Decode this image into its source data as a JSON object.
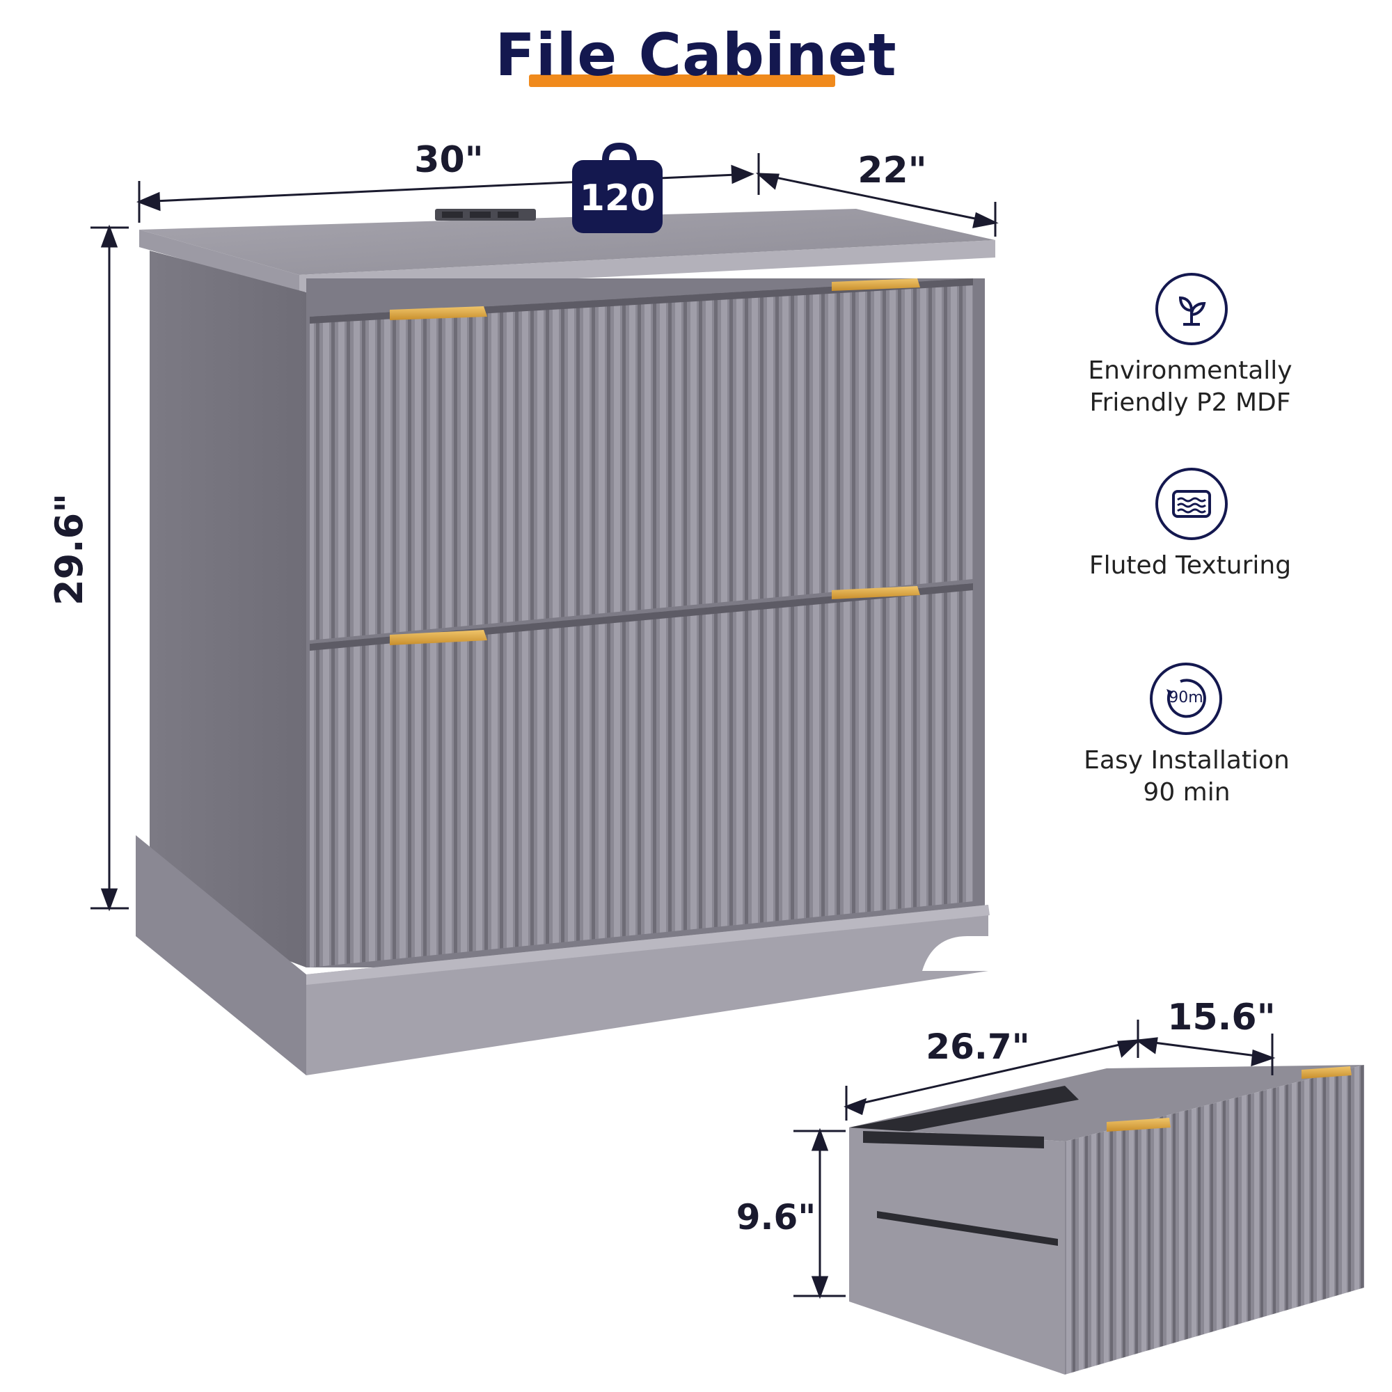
{
  "title": "File Cabinet",
  "dimensions": {
    "width": "30\"",
    "depth": "22\"",
    "height": "29.6\"",
    "weight_capacity": "120"
  },
  "drawer_dimensions": {
    "width": "26.7\"",
    "depth": "15.6\"",
    "height": "9.6\""
  },
  "features": [
    {
      "icon": "leaf-sprout-icon",
      "line1": "Environmentally",
      "line2": "Friendly P2 MDF"
    },
    {
      "icon": "fluted-texture-icon",
      "line1": "Fluted Texturing",
      "line2": ""
    },
    {
      "icon": "timer-icon",
      "icon_text": "90m",
      "line1": "Easy Installation",
      "line2": "90 min"
    }
  ],
  "colors": {
    "title": "#14184f",
    "accent_underline": "#f08a1c",
    "wood_gray": "#8d8a96",
    "handle_gold": "#d9a441",
    "icon_navy": "#14184f"
  }
}
